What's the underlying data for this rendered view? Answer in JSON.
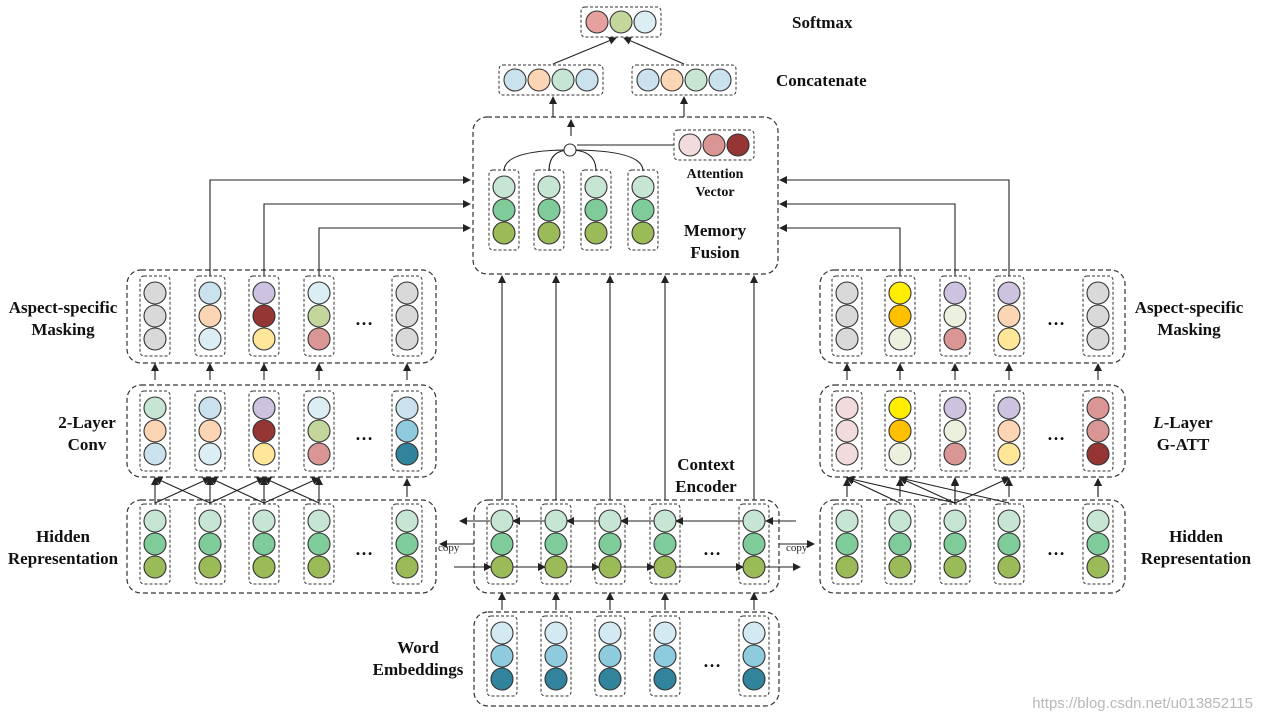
{
  "labels": {
    "softmax": "Softmax",
    "concatenate": "Concatenate",
    "attention_vector_line1": "Attention",
    "attention_vector_line2": "Vector",
    "memory_fusion_line1": "Memory",
    "memory_fusion_line2": "Fusion",
    "context_encoder_line1": "Context",
    "context_encoder_line2": "Encoder",
    "word_embeddings_line1": "Word",
    "word_embeddings_line2": "Embeddings",
    "left_masking_line1": "Aspect-specific",
    "left_masking_line2": "Masking",
    "left_conv_line1": "2-Layer",
    "left_conv_line2": "Conv",
    "left_hidden_line1": "Hidden",
    "left_hidden_line2": "Representation",
    "right_masking_line1": "Aspect-specific",
    "right_masking_line2": "Masking",
    "right_gatt_line1_italic": "L",
    "right_gatt_line1_rest": "-Layer",
    "right_gatt_line2": "G-ATT",
    "right_hidden_line1": "Hidden",
    "right_hidden_line2": "Representation",
    "copy_left": "copy",
    "copy_right": "copy",
    "ellipsis": "…",
    "watermark": "https://blog.csdn.net/u013852115"
  },
  "colors": {
    "grey": "#d9d9d9",
    "light_blue": "#c9e2ee",
    "pale_cyan": "#daeef3",
    "peach": "#fcd5b4",
    "lavender": "#cdc3e0",
    "dark_red": "#963634",
    "yellow_light": "#ffe699",
    "sage": "#c3d69b",
    "rose": "#d99694",
    "mint": "#c6e5d3",
    "green": "#7fcb9a",
    "olive": "#9bbb59",
    "emb_light": "#d3eaf3",
    "emb_mid": "#8fcbdf",
    "emb_dark": "#31849b",
    "bright_yellow": "#ffee00",
    "amber": "#ffc000",
    "pink_light": "#f2dcdb",
    "pale_green": "#ebf1de",
    "softmax_red": "#e6a09e"
  },
  "diagram": {
    "left_masking_columns": [
      [
        "grey",
        "grey",
        "grey"
      ],
      [
        "light_blue",
        "peach",
        "pale_cyan"
      ],
      [
        "lavender",
        "dark_red",
        "yellow_light"
      ],
      [
        "pale_cyan",
        "sage",
        "rose"
      ],
      [
        "grey",
        "grey",
        "grey"
      ]
    ],
    "left_conv_columns": [
      [
        "mint",
        "peach",
        "light_blue"
      ],
      [
        "light_blue",
        "peach",
        "pale_cyan"
      ],
      [
        "lavender",
        "dark_red",
        "yellow_light"
      ],
      [
        "pale_cyan",
        "sage",
        "rose"
      ],
      [
        "light_blue",
        "emb_mid",
        "emb_dark"
      ]
    ],
    "hidden_column": [
      "mint",
      "green",
      "olive"
    ],
    "embedding_column": [
      "emb_light",
      "emb_mid",
      "emb_dark"
    ],
    "right_masking_columns": [
      [
        "grey",
        "grey",
        "grey"
      ],
      [
        "bright_yellow",
        "amber",
        "pale_green"
      ],
      [
        "lavender",
        "pale_green",
        "rose"
      ],
      [
        "lavender",
        "peach",
        "yellow_light"
      ],
      [
        "grey",
        "grey",
        "grey"
      ]
    ],
    "right_gatt_columns": [
      [
        "pink_light",
        "pink_light",
        "pink_light"
      ],
      [
        "bright_yellow",
        "amber",
        "pale_green"
      ],
      [
        "lavender",
        "pale_green",
        "rose"
      ],
      [
        "lavender",
        "peach",
        "yellow_light"
      ],
      [
        "rose",
        "rose",
        "dark_red"
      ]
    ],
    "attention_vector": [
      "pink_light",
      "rose",
      "dark_red"
    ],
    "softmax_vector": [
      "softmax_red",
      "sage",
      "pale_cyan"
    ],
    "concat_left": [
      "light_blue",
      "peach",
      "mint",
      "light_blue"
    ],
    "concat_right": [
      "light_blue",
      "peach",
      "mint",
      "light_blue"
    ]
  }
}
